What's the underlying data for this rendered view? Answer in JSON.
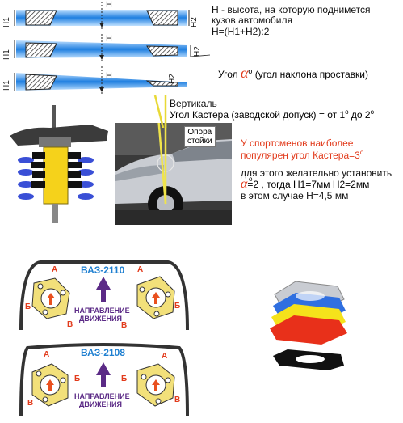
{
  "spacers": {
    "h_label": "H",
    "h1_label": "H1",
    "h2_label": "H2",
    "desc_line1": "H - высота, на которую поднимется",
    "desc_line2": "кузов автомобиля",
    "formula": "H=(H1+H2):2",
    "angle_prefix": "Угол",
    "angle_symbol": "α",
    "angle_deg": "о",
    "angle_suffix": "(угол наклона проставки)"
  },
  "caster": {
    "vertical_label": "Вертикаль",
    "caster_line_prefix": "Угол Кастера (заводской допуск) = от 1",
    "caster_deg": "о",
    "caster_mid": " до 2",
    "support_label1": "Опора",
    "support_label2": "стойки",
    "sport_line1": "У спортсменов наиболее",
    "sport_line2": "популярен угол Кастера=3",
    "sport_deg": "о",
    "info_line1": "для этого желательно установить",
    "info_alpha": "α",
    "info_deg": "о",
    "info_line2_rest": "=2   , тогда H1=7мм  H2=2мм",
    "info_line3": "в этом случае H=4,5 мм"
  },
  "diagrams": [
    {
      "model": "ВАЗ-2110",
      "direction_line1": "НАПРАВЛЕНИЕ",
      "direction_line2": "ДВИЖЕНИЯ",
      "mark_a": "А",
      "mark_b": "Б",
      "mark_v": "В"
    },
    {
      "model": "ВАЗ-2108",
      "direction_line1": "НАПРАВЛЕНИЕ",
      "direction_line2": "ДВИЖЕНИЯ",
      "mark_a": "А",
      "mark_b": "Б",
      "mark_v": "В"
    }
  ],
  "colors": {
    "spacer_blue": "#2f8fe0",
    "accent_red": "#e23b1c",
    "model_blue": "#1e7fd0",
    "arrow_purple": "#5b2a86",
    "plate_yellow": "#f2e07a"
  }
}
